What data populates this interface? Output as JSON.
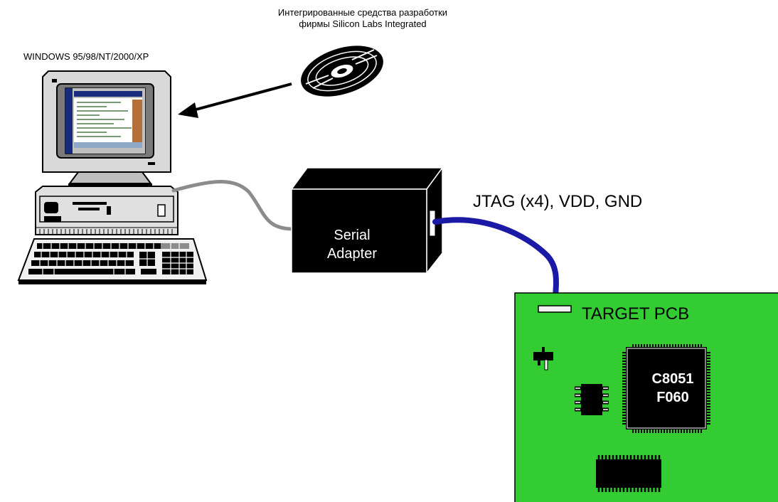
{
  "cd": {
    "caption_line1": "Интегрированные средства разработки",
    "caption_line2": "фирмы Silicon Labs Integrated"
  },
  "computer": {
    "os_label": "WINDOWS 95/98/NT/2000/XP"
  },
  "adapter": {
    "label_line1": "Serial",
    "label_line2": "Adapter"
  },
  "cable": {
    "label": "JTAG (x4), VDD, GND"
  },
  "pcb": {
    "label": "TARGET PCB",
    "mcu_line1": "C8051",
    "mcu_line2": "F060"
  },
  "colors": {
    "pcb_green": "#33cc33",
    "cable_blue": "#1a1aa6",
    "serial_cable_gray": "#8c8c8c"
  }
}
